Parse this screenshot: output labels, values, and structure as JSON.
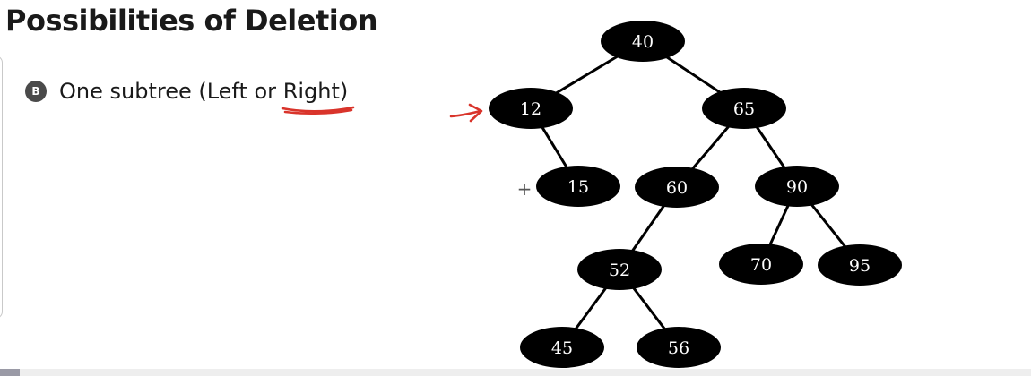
{
  "title": "Possibilities of Deletion",
  "bullet": {
    "badge": "B",
    "text_before": "One subtree (Left or ",
    "text_underlined": "Right",
    "text_after": ")"
  },
  "annotations": {
    "plus_sign": "+",
    "arrow_color": "#d9342b",
    "underline_color": "#d9342b"
  },
  "tree": {
    "node_color": "#000000",
    "label_color": "#ffffff",
    "nodes": [
      {
        "id": "n40",
        "label": "40"
      },
      {
        "id": "n12",
        "label": "12"
      },
      {
        "id": "n65",
        "label": "65"
      },
      {
        "id": "n15",
        "label": "15"
      },
      {
        "id": "n60",
        "label": "60"
      },
      {
        "id": "n90",
        "label": "90"
      },
      {
        "id": "n52",
        "label": "52"
      },
      {
        "id": "n70",
        "label": "70"
      },
      {
        "id": "n95",
        "label": "95"
      },
      {
        "id": "n45",
        "label": "45"
      },
      {
        "id": "n56",
        "label": "56"
      }
    ],
    "edges": [
      [
        "n40",
        "n12"
      ],
      [
        "n40",
        "n65"
      ],
      [
        "n12",
        "n15"
      ],
      [
        "n65",
        "n60"
      ],
      [
        "n65",
        "n90"
      ],
      [
        "n60",
        "n52"
      ],
      [
        "n90",
        "n70"
      ],
      [
        "n90",
        "n95"
      ],
      [
        "n52",
        "n45"
      ],
      [
        "n52",
        "n56"
      ]
    ]
  }
}
